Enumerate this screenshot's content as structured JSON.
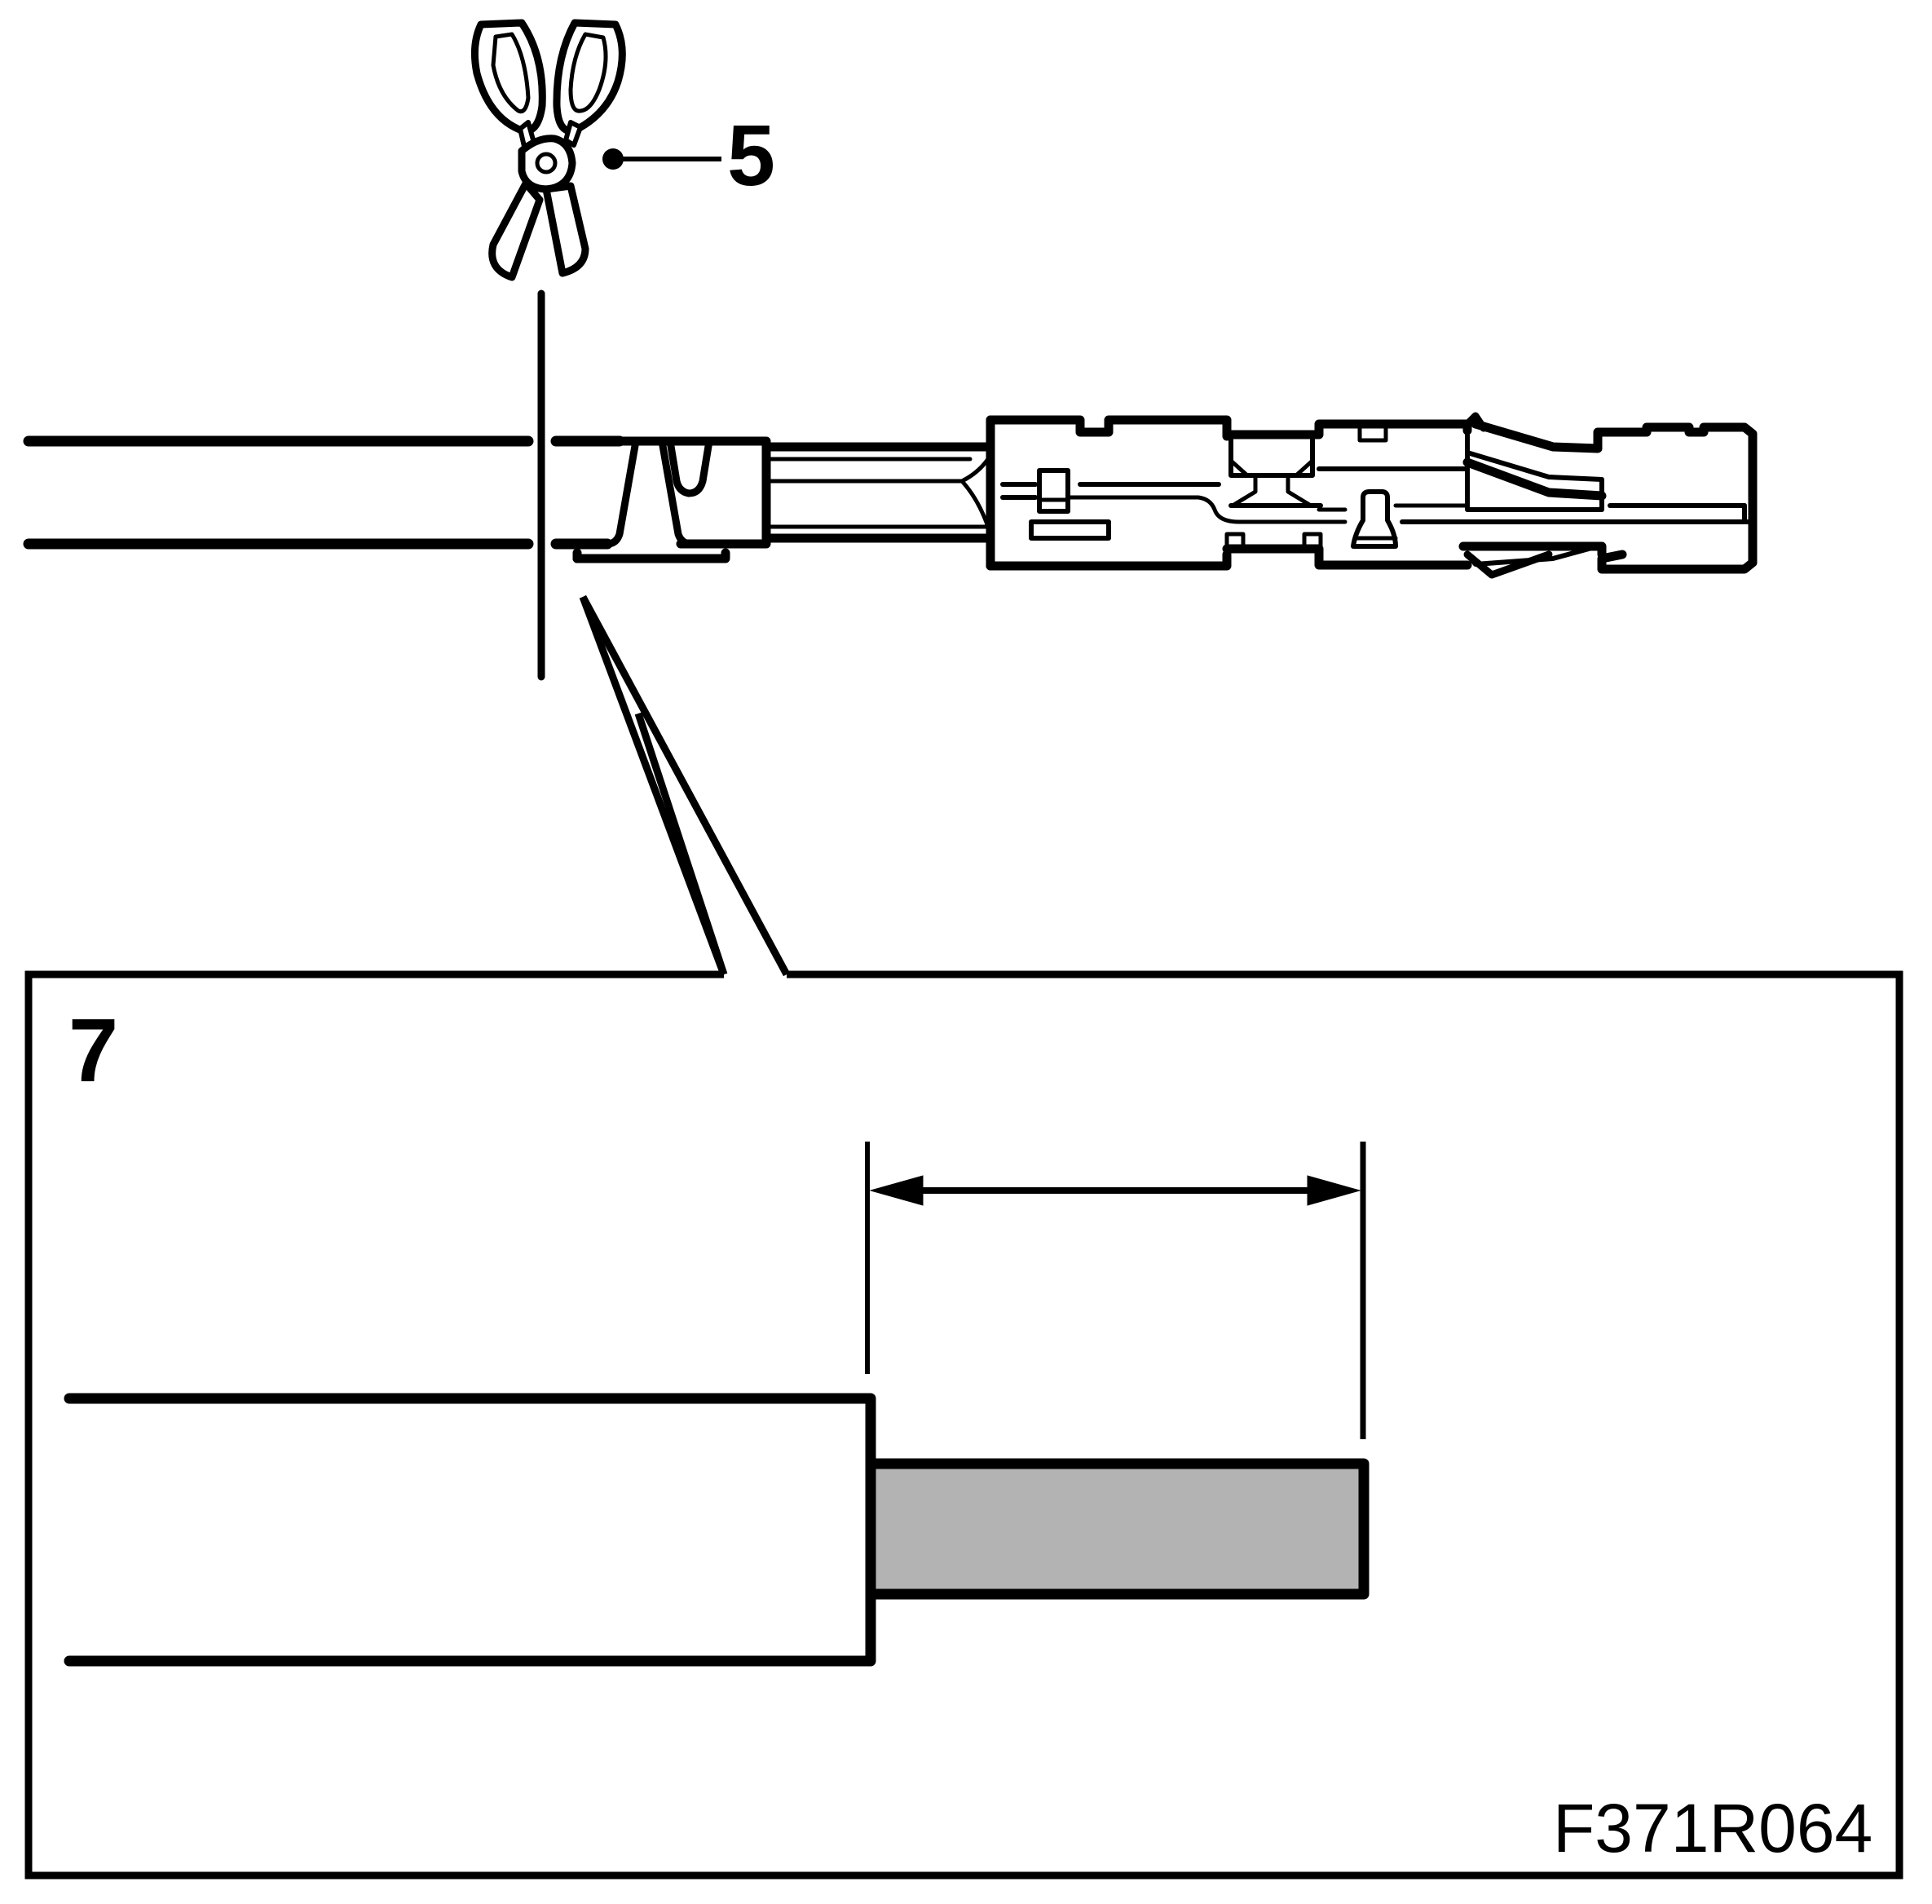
{
  "callouts": {
    "cutter_number": "5",
    "detail_number": "7"
  },
  "figure_id": "F371R064",
  "icons": {
    "cutter": "scissors-icon"
  },
  "colors": {
    "line": "#000000",
    "stripped_conductor_fill": "#b3b3b3",
    "background": "#ffffff"
  }
}
